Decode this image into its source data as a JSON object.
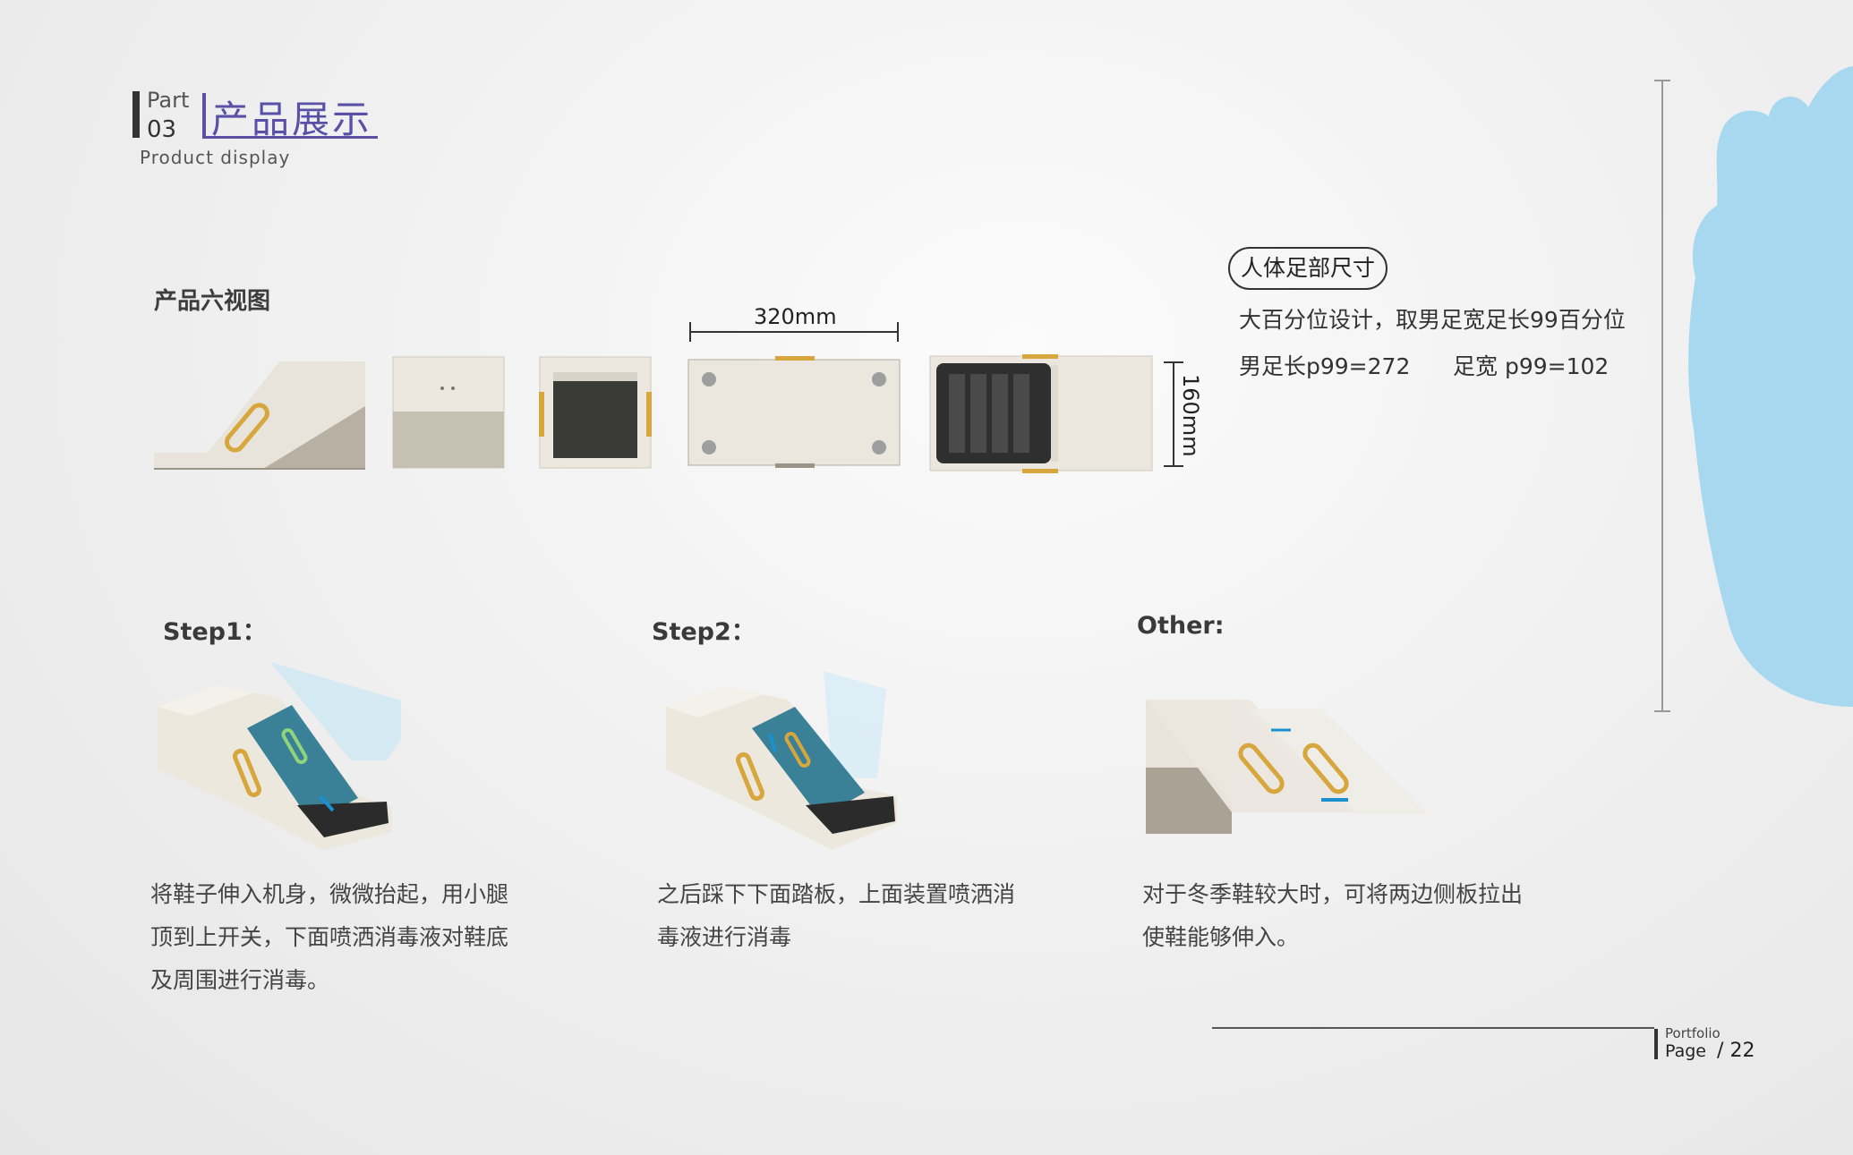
{
  "header": {
    "part_label": "Part",
    "part_number": "03",
    "title": "产品展示",
    "subtitle": "Product display"
  },
  "six_view": {
    "section_title": "产品六视图",
    "width_dimension": "320mm",
    "height_dimension": "160mm"
  },
  "foot_size": {
    "badge": "人体足部尺寸",
    "line1": "大百分位设计，取男足宽足长99百分位",
    "line2": "男足长p99=272      足宽 p99=102"
  },
  "steps": [
    {
      "title": "Step1：",
      "description": [
        "将鞋子伸入机身，微微抬起，用小腿",
        "顶到上开关，下面喷洒消毒液对鞋底",
        "及周围进行消毒。"
      ]
    },
    {
      "title": "Step2：",
      "description": [
        "之后踩下下面踏板，上面装置喷洒消",
        "毒液进行消毒"
      ]
    },
    {
      "title": "Other:",
      "description": [
        "对于冬季鞋较大时，可将两边侧板拉出",
        "使鞋能够伸入。"
      ]
    }
  ],
  "footer": {
    "portfolio_label": "Portfolio",
    "page_label": "Page",
    "page_number": "/ 22"
  },
  "colors": {
    "accent": "#5b4fa8",
    "foot_blob": "#a8d8f0",
    "product_body": "#e9e5dc",
    "product_shadow": "#b9b3a6",
    "mat": "#2f2f2f",
    "gold": "#d7a63c"
  }
}
